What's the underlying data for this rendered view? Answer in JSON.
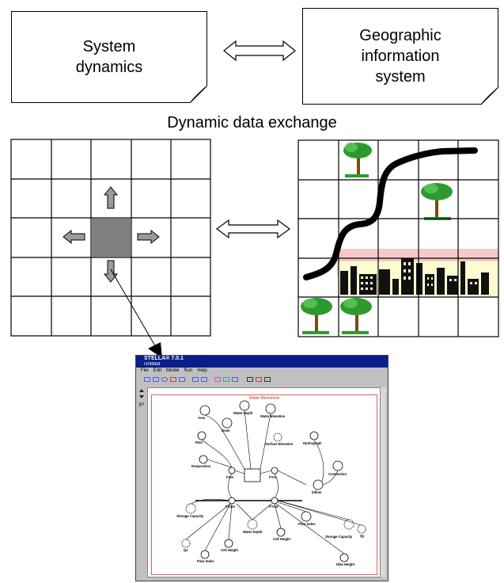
{
  "top": {
    "left_box": "System\ndynamics",
    "right_box": "Geographic\ninformation\nsystem",
    "caption": "Dynamic data exchange"
  },
  "stella": {
    "title": "STELLA® 7.0.1",
    "doc": "Untitled",
    "menu": [
      "File",
      "Edit",
      "Model",
      "Run",
      "Help"
    ],
    "model_title": "Water Movement",
    "labels": {
      "area": "Area",
      "water_depth": "Water Depth",
      "water_elevation": "Water Elevation",
      "rain": "Rain",
      "drain": "Drain",
      "surface_elevation": "Surface Elevation",
      "hydrograph": "Hydrograph",
      "evaporation": "Evaporation",
      "connection": "Connection",
      "fxin": "FXin",
      "fyin": "FYin",
      "inflow": "Inflow",
      "fxout": "FXout",
      "fyout": "FYout",
      "storage_capacity_1": "Storage Capacity",
      "water_depth_2": "Water Depth",
      "flow_index_1": "Flow Index",
      "cell_height_1": "Cell Height",
      "qx": "Qx",
      "flow_index_2": "Flow Index",
      "cell_height_2": "Cell Height",
      "storage_capacity_2": "Storage Capacity",
      "qy": "Qy",
      "dike_height": "Dike Height"
    }
  }
}
